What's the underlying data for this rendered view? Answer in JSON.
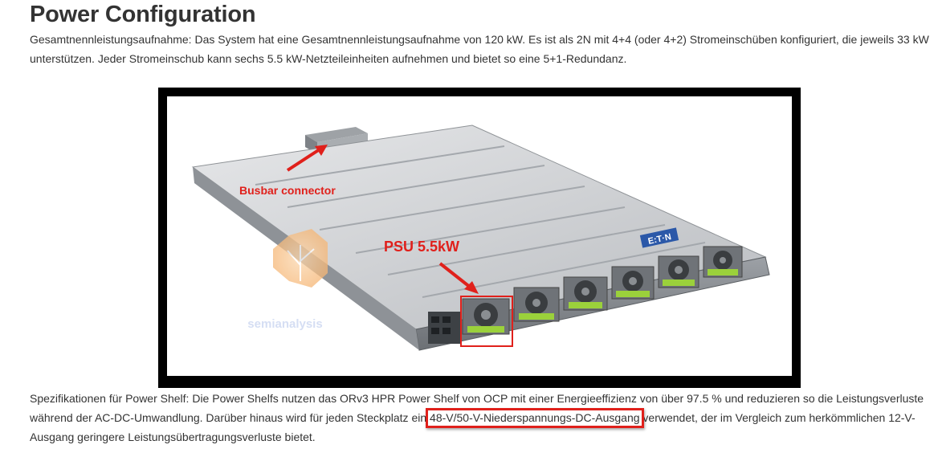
{
  "title": "Power Configuration",
  "intro": "Gesamtnennleistungsaufnahme: Das System hat eine Gesamtnennleistungsaufnahme von 120 kW. Es ist als 2N mit 4+4 (oder 4+2) Stromeinschüben konfiguriert, die jeweils 33 kW unterstützen. Jeder Stromeinschub kann sechs 5.5 kW-Netzteileinheiten aufnehmen und bietet so eine 5+1-Redundanz.",
  "figure": {
    "label_busbar": "Busbar connector",
    "label_psu": "PSU 5.5kW",
    "brand": "E:T·N",
    "watermark": "semianalysis",
    "annotation_color": "#e0201b"
  },
  "spec": {
    "before": "Spezifikationen für Power Shelf: Die Power Shelfs nutzen das ORv3 HPR Power Shelf von OCP mit einer Energieeffizienz von über 97.5 % und reduzieren so die Leistungsverluste während der AC-DC-Umwandlung. Darüber hinaus wird für jeden Steckplatz ein ",
    "highlight": "48-V/50-V-Niederspannungs-DC-Ausgang",
    "after": " verwendet, der im Vergleich zum herkömmlichen 12-V-Ausgang geringere Leistungsübertragungsverluste bietet."
  }
}
